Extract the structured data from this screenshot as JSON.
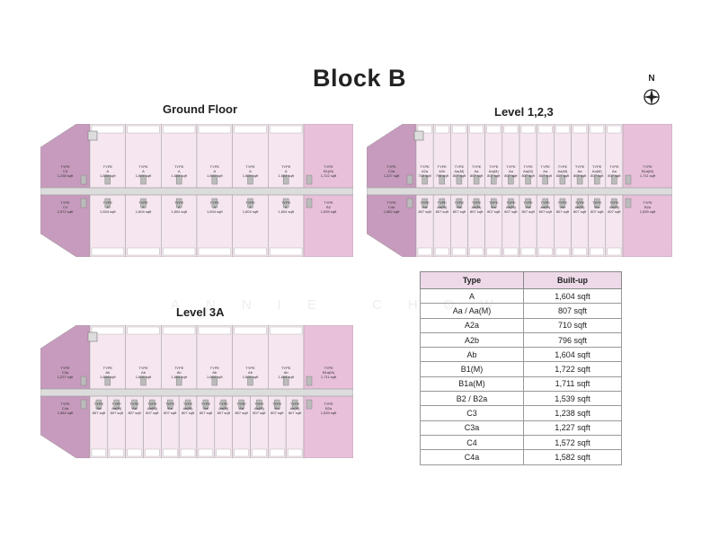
{
  "title": "Block B",
  "compass": {
    "label": "N",
    "icon": "compass-icon"
  },
  "watermark": "ANNIE CHOW",
  "colors": {
    "pink_light": "#f5e6ef",
    "pink_mid": "#e8c0da",
    "pink_dark": "#c79bbd",
    "corridor": "#dcdcdc",
    "header": "#edd9e8"
  },
  "plans": [
    {
      "label": "Ground Floor",
      "top_units": [
        {
          "t": "TYPE",
          "n": "C3",
          "a": "1,238 sqft"
        },
        {
          "t": "TYPE",
          "n": "A",
          "a": "1,604 sqft"
        },
        {
          "t": "TYPE",
          "n": "A",
          "a": "1,604 sqft"
        },
        {
          "t": "TYPE",
          "n": "A",
          "a": "1,604 sqft"
        },
        {
          "t": "TYPE",
          "n": "A",
          "a": "1,604 sqft"
        },
        {
          "t": "TYPE",
          "n": "A",
          "a": "1,604 sqft"
        },
        {
          "t": "TYPE",
          "n": "A",
          "a": "1,604 sqft"
        },
        {
          "t": "TYPE",
          "n": "B1(M)",
          "a": "1,722 sqft"
        }
      ],
      "bottom_units": [
        {
          "t": "TYPE",
          "n": "C4",
          "a": "1,572 sqft"
        },
        {
          "t": "TYPE",
          "n": "A",
          "a": "1,604 sqft"
        },
        {
          "t": "TYPE",
          "n": "A",
          "a": "1,604 sqft"
        },
        {
          "t": "TYPE",
          "n": "A",
          "a": "1,604 sqft"
        },
        {
          "t": "TYPE",
          "n": "A",
          "a": "1,604 sqft"
        },
        {
          "t": "TYPE",
          "n": "A",
          "a": "1,604 sqft"
        },
        {
          "t": "TYPE",
          "n": "A",
          "a": "1,604 sqft"
        },
        {
          "t": "TYPE",
          "n": "B2",
          "a": "1,539 sqft"
        }
      ]
    },
    {
      "label": "Level 1,2,3",
      "top_units": [
        {
          "t": "TYPE",
          "n": "C3a",
          "a": "1,227 sqft"
        },
        {
          "t": "TYPE",
          "n": "A2a",
          "a": "710 sqft"
        },
        {
          "t": "TYPE",
          "n": "A2b",
          "a": "796 sqft"
        },
        {
          "t": "TYPE",
          "n": "Aa(M)",
          "a": "807 sqft"
        },
        {
          "t": "TYPE",
          "n": "Aa",
          "a": "807 sqft"
        },
        {
          "t": "TYPE",
          "n": "Aa(M)",
          "a": "807 sqft"
        },
        {
          "t": "TYPE",
          "n": "Aa",
          "a": "807 sqft"
        },
        {
          "t": "TYPE",
          "n": "Aa(M)",
          "a": "807 sqft"
        },
        {
          "t": "TYPE",
          "n": "Aa",
          "a": "807 sqft"
        },
        {
          "t": "TYPE",
          "n": "Aa(M)",
          "a": "807 sqft"
        },
        {
          "t": "TYPE",
          "n": "Aa",
          "a": "807 sqft"
        },
        {
          "t": "TYPE",
          "n": "Aa(M)",
          "a": "807 sqft"
        },
        {
          "t": "TYPE",
          "n": "Aa",
          "a": "807 sqft"
        },
        {
          "t": "TYPE",
          "n": "B1a(M)",
          "a": "1,711 sqft"
        }
      ],
      "bottom_units": [
        {
          "t": "TYPE",
          "n": "C4a",
          "a": "1,582 sqft"
        },
        {
          "t": "TYPE",
          "n": "Aa",
          "a": "807 sqft"
        },
        {
          "t": "TYPE",
          "n": "Aa(M)",
          "a": "807 sqft"
        },
        {
          "t": "TYPE",
          "n": "Aa",
          "a": "807 sqft"
        },
        {
          "t": "TYPE",
          "n": "Aa(M)",
          "a": "807 sqft"
        },
        {
          "t": "TYPE",
          "n": "Aa",
          "a": "807 sqft"
        },
        {
          "t": "TYPE",
          "n": "Aa(M)",
          "a": "807 sqft"
        },
        {
          "t": "TYPE",
          "n": "Aa",
          "a": "807 sqft"
        },
        {
          "t": "TYPE",
          "n": "Aa(M)",
          "a": "807 sqft"
        },
        {
          "t": "TYPE",
          "n": "Aa",
          "a": "807 sqft"
        },
        {
          "t": "TYPE",
          "n": "Aa(M)",
          "a": "807 sqft"
        },
        {
          "t": "TYPE",
          "n": "Aa",
          "a": "807 sqft"
        },
        {
          "t": "TYPE",
          "n": "Aa(M)",
          "a": "807 sqft"
        },
        {
          "t": "TYPE",
          "n": "B2a",
          "a": "1,539 sqft"
        }
      ]
    },
    {
      "label": "Level 3A",
      "top_units": [
        {
          "t": "TYPE",
          "n": "C3a",
          "a": "1,227 sqft"
        },
        {
          "t": "TYPE",
          "n": "Ab",
          "a": "1,604 sqft"
        },
        {
          "t": "TYPE",
          "n": "Ab",
          "a": "1,604 sqft"
        },
        {
          "t": "TYPE",
          "n": "Ab",
          "a": "1,604 sqft"
        },
        {
          "t": "TYPE",
          "n": "Ab",
          "a": "1,604 sqft"
        },
        {
          "t": "TYPE",
          "n": "Ab",
          "a": "1,604 sqft"
        },
        {
          "t": "TYPE",
          "n": "Ab",
          "a": "1,604 sqft"
        },
        {
          "t": "TYPE",
          "n": "B1a(M)",
          "a": "1,711 sqft"
        }
      ],
      "bottom_units": [
        {
          "t": "TYPE",
          "n": "C4a",
          "a": "1,582 sqft"
        },
        {
          "t": "TYPE",
          "n": "Aa",
          "a": "807 sqft"
        },
        {
          "t": "TYPE",
          "n": "Aa(M)",
          "a": "807 sqft"
        },
        {
          "t": "TYPE",
          "n": "Aa",
          "a": "807 sqft"
        },
        {
          "t": "TYPE",
          "n": "Aa(M)",
          "a": "807 sqft"
        },
        {
          "t": "TYPE",
          "n": "Aa",
          "a": "807 sqft"
        },
        {
          "t": "TYPE",
          "n": "Aa(M)",
          "a": "807 sqft"
        },
        {
          "t": "TYPE",
          "n": "Aa",
          "a": "807 sqft"
        },
        {
          "t": "TYPE",
          "n": "Aa(M)",
          "a": "807 sqft"
        },
        {
          "t": "TYPE",
          "n": "Aa",
          "a": "807 sqft"
        },
        {
          "t": "TYPE",
          "n": "Aa(M)",
          "a": "807 sqft"
        },
        {
          "t": "TYPE",
          "n": "Aa",
          "a": "807 sqft"
        },
        {
          "t": "TYPE",
          "n": "Aa(M)",
          "a": "807 sqft"
        },
        {
          "t": "TYPE",
          "n": "B2a",
          "a": "1,539 sqft"
        }
      ]
    }
  ],
  "table": {
    "headers": [
      "Type",
      "Built-up"
    ],
    "rows": [
      [
        "A",
        "1,604 sqft"
      ],
      [
        "Aa / Aa(M)",
        "807 sqft"
      ],
      [
        "A2a",
        "710 sqft"
      ],
      [
        "A2b",
        "796 sqft"
      ],
      [
        "Ab",
        "1,604 sqft"
      ],
      [
        "B1(M)",
        "1,722 sqft"
      ],
      [
        "B1a(M)",
        "1,711 sqft"
      ],
      [
        "B2 / B2a",
        "1,539 sqft"
      ],
      [
        "C3",
        "1,238 sqft"
      ],
      [
        "C3a",
        "1,227 sqft"
      ],
      [
        "C4",
        "1,572 sqft"
      ],
      [
        "C4a",
        "1,582 sqft"
      ]
    ]
  }
}
